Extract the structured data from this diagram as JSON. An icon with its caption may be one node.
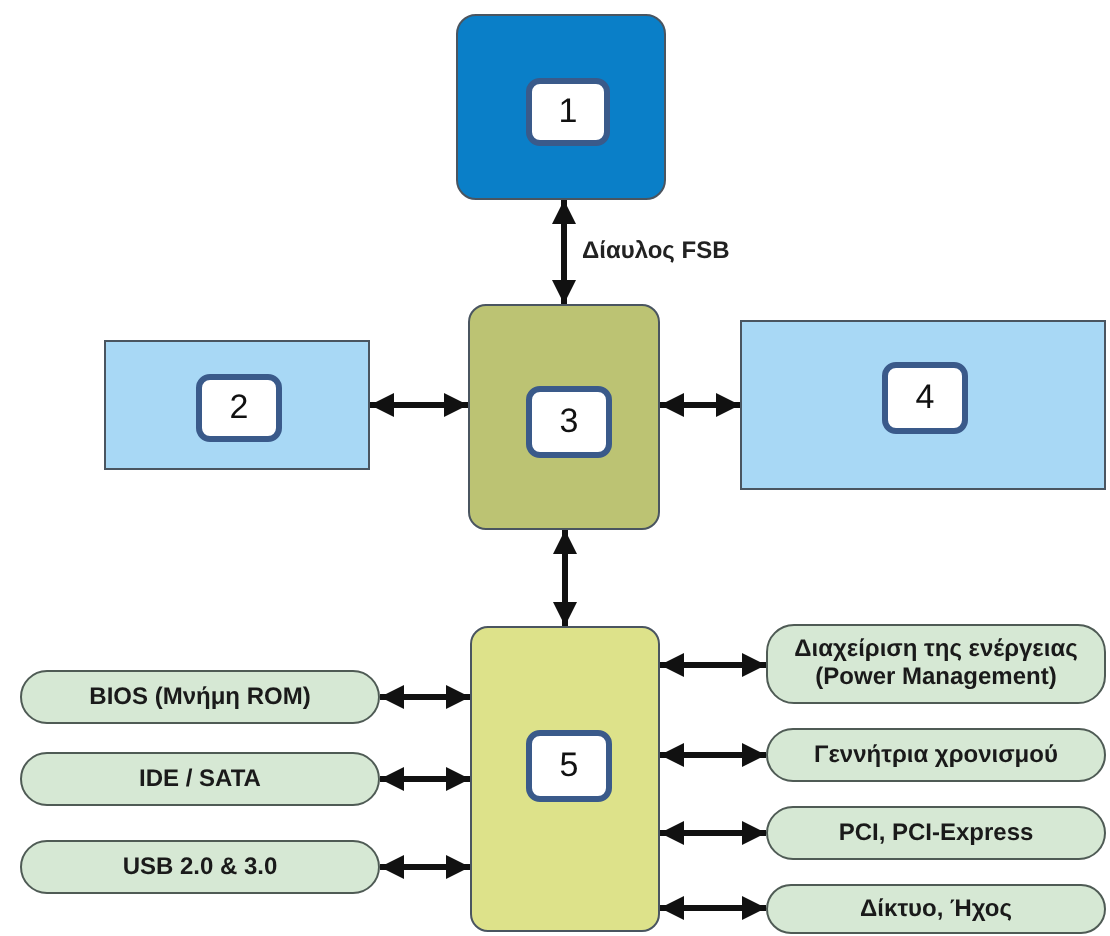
{
  "diagram": {
    "nodes": [
      {
        "text": [],
        "shape": "box"
      },
      {
        "text": [
          "1"
        ],
        "in": 0
      },
      {
        "text": [],
        "shape": "box"
      },
      {
        "text": [
          "2"
        ],
        "in": 2
      },
      {
        "text": [],
        "shape": "box"
      },
      {
        "text": [
          "3"
        ],
        "in": 4
      },
      {
        "text": [],
        "shape": "box"
      },
      {
        "text": [
          "4"
        ],
        "in": 6
      },
      {
        "text": [],
        "shape": "box"
      },
      {
        "text": [
          "5"
        ],
        "in": 8
      },
      {
        "text": [
          "BIOS (Μνήμη ROM)"
        ]
      },
      {
        "text": [
          "IDE / SATA"
        ]
      },
      {
        "text": [
          "USB 2.0 & 3.0"
        ]
      },
      {
        "text": [
          "Διαχείριση της ενέργειας (Power Management)"
        ]
      },
      {
        "text": [
          "Γεννήτρια χρονισμού"
        ]
      },
      {
        "text": [
          "PCI, PCI-Express"
        ]
      },
      {
        "text": [
          "Δίκτυο, Ήχος"
        ]
      }
    ],
    "edges": [
      {
        "from": 0,
        "to": 4,
        "arrow": "both",
        "label": "Δίαυλος FSB"
      },
      {
        "from": 2,
        "to": 4,
        "arrow": "both"
      },
      {
        "from": 4,
        "to": 6,
        "arrow": "both"
      },
      {
        "from": 4,
        "to": 8,
        "arrow": "both"
      },
      {
        "from": 10,
        "to": 8,
        "arrow": "both"
      },
      {
        "from": 11,
        "to": 8,
        "arrow": "both"
      },
      {
        "from": 12,
        "to": 8,
        "arrow": "both"
      },
      {
        "from": 8,
        "to": 13,
        "arrow": "both"
      },
      {
        "from": 8,
        "to": 14,
        "arrow": "both"
      },
      {
        "from": 8,
        "to": 15,
        "arrow": "both"
      },
      {
        "from": 8,
        "to": 16,
        "arrow": "both"
      }
    ]
  }
}
